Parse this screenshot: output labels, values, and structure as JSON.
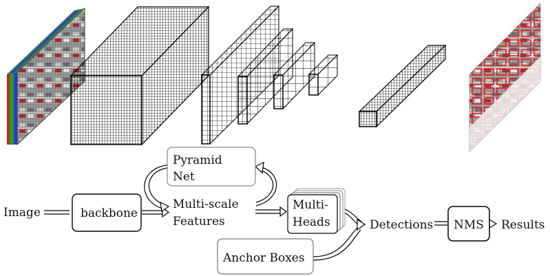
{
  "diagram": {
    "flow_nodes": {
      "image": "Image",
      "backbone": "backbone",
      "pyramid_line1": "Pyramid",
      "pyramid_line2": "Net",
      "features_line1": "Multi-scale",
      "features_line2": "Features",
      "heads_line1": "Multi-",
      "heads_line2": "Heads",
      "anchor_boxes": "Anchor Boxes",
      "detections": "Detections",
      "nms": "NMS",
      "results": "Results"
    },
    "illustrations": {
      "input_image": "photo of aerial parking lot with RGB channel stripes",
      "output_image": "aerial parking lot photo with red detection boxes",
      "colors": {
        "red_channel": "#d62020",
        "green_channel": "#1fa11f",
        "blue_channel": "#2a3cd9",
        "detection_box": "#e01a1a"
      }
    }
  }
}
